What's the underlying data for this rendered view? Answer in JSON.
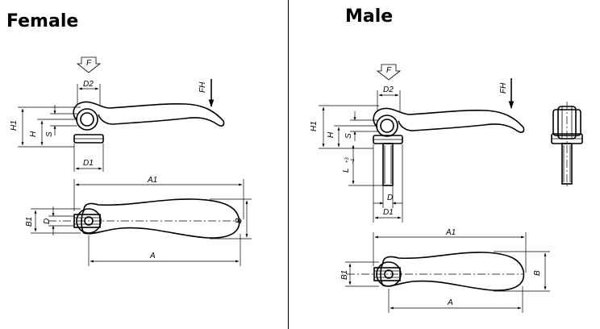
{
  "titles": {
    "female": "Female",
    "male": "Male"
  },
  "labels": {
    "F": "F",
    "FH": "FH",
    "D2": "D2",
    "D1": "D1",
    "D": "D",
    "H1": "H1",
    "H": "H",
    "S": "S",
    "L": "L",
    "L_tol_plus": "+3",
    "L_tol_minus": "-1",
    "A1": "A1",
    "A": "A",
    "B1": "B1",
    "B": "B"
  }
}
